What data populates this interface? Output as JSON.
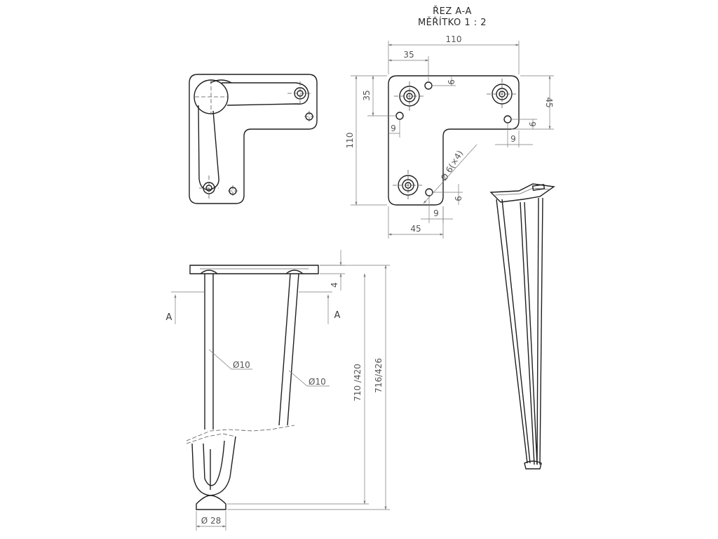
{
  "section": {
    "title": "ŘEZ A-A",
    "scale": "MĚŘÍTKO 1 : 2"
  },
  "plate_dims": {
    "width": "110",
    "hole_x": "35",
    "height": "110",
    "hole_y": "35",
    "right_hole_y": "45",
    "bottom_hole_x": "45",
    "offset_a": "9",
    "offset_b": "9",
    "offset_c": "9",
    "offset_d": "9",
    "offset_e": "9",
    "offset_f": "9",
    "hole_diameter": "Ø 6(×4)"
  },
  "leg_dims": {
    "plate_thickness": "4",
    "rod_left": "Ø10",
    "rod_right": "Ø10",
    "height_a": "710 /420",
    "height_b": "716/426",
    "foot": "Ø 28",
    "section_left": "A",
    "section_right": "A"
  }
}
